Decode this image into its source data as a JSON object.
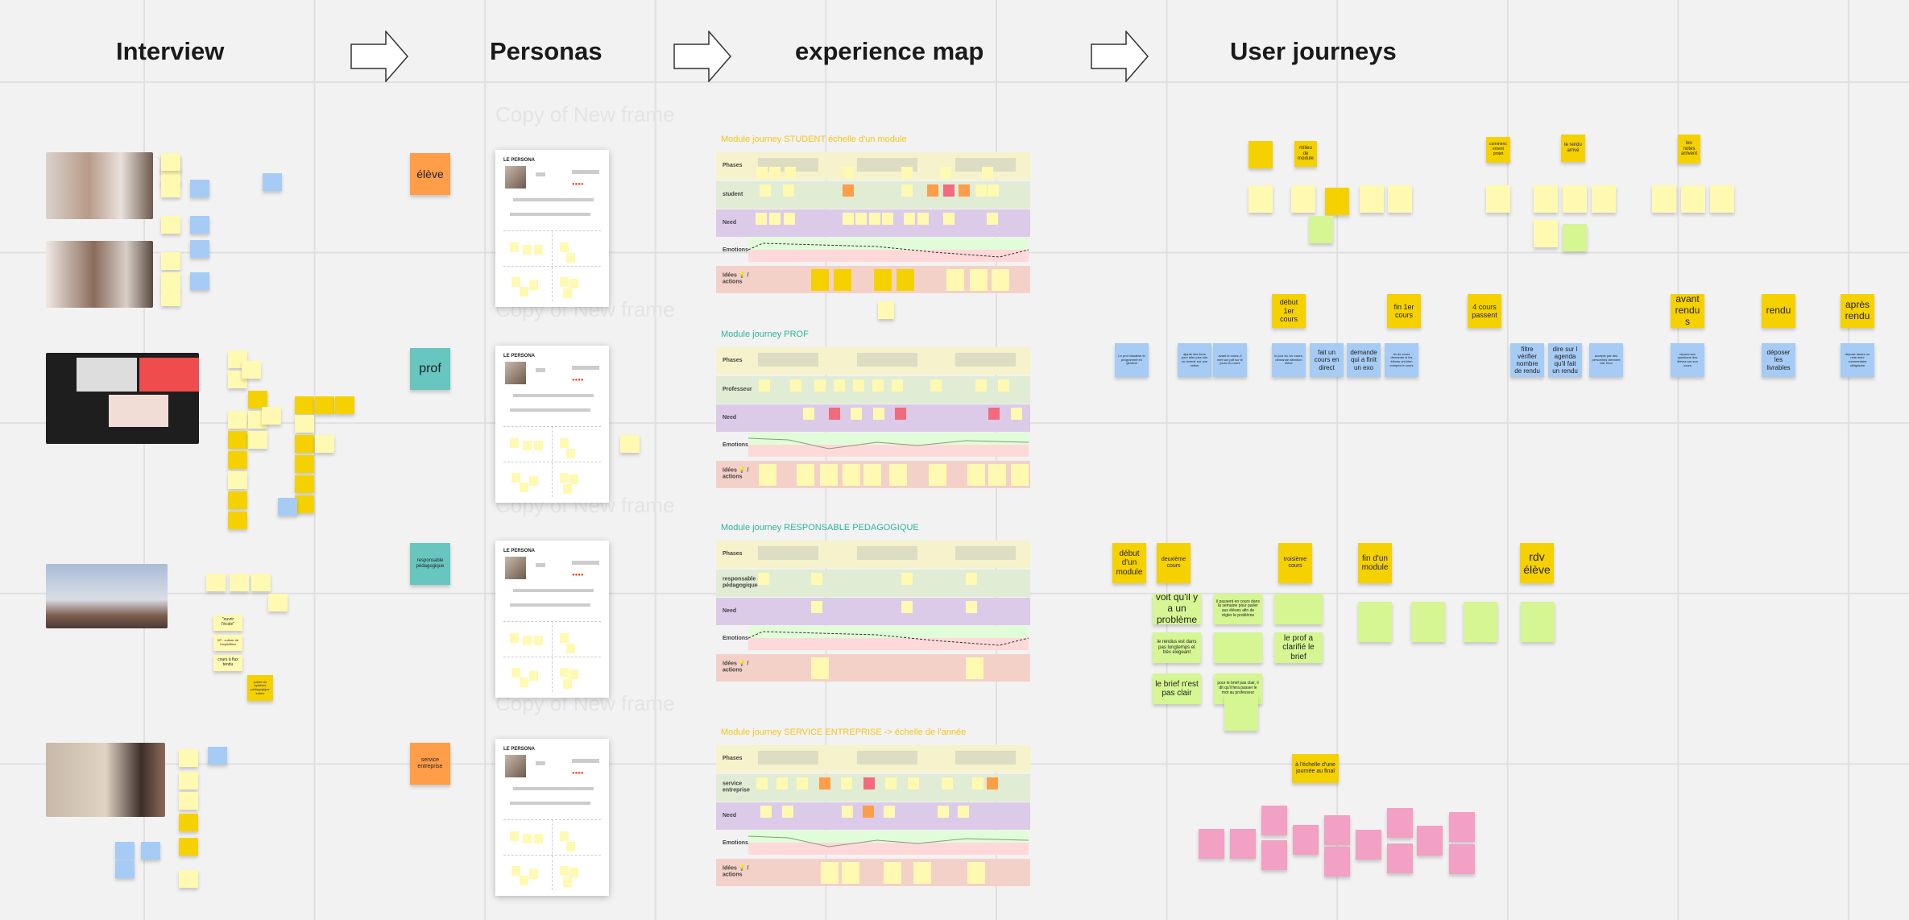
{
  "headers": {
    "interview": "Interview",
    "personas": "Personas",
    "experience_map": "experience map",
    "user_journeys": "User journeys"
  },
  "ghost_frame_label": "Copy of New frame",
  "interview": {
    "notes": [
      "\"ouvrir l'école\"",
      "NT : culture de l'expédition",
      "cours à flux tendu",
      "parler du système pédagogique indien"
    ]
  },
  "personas": {
    "labels": [
      "élève",
      "prof",
      "responsable pédagogique",
      "service entreprise"
    ],
    "card_title": "LE PERSONA"
  },
  "experience_maps": [
    {
      "title": "Module journey STUDENT échelle d'un module",
      "title_color": "#f5c518",
      "role": "student"
    },
    {
      "title": "Module journey PROF",
      "title_color": "#2fb39a",
      "role": "Professeur"
    },
    {
      "title": "Module journey RESPONSABLE PEDAGOGIQUE",
      "title_color": "#2fb39a",
      "role": "responsable pédagogique"
    },
    {
      "title": "Module journey SERVICE ENTREPRISE -> échelle de l'année",
      "title_color": "#f5c518",
      "role": "service entreprise"
    }
  ],
  "map_rows": {
    "phases": "Phases",
    "need": "Need",
    "emotions": "Emotions",
    "ideas": "Idées 💡 / actions"
  },
  "journeys": {
    "top_headers": [
      "milieu de module",
      "commencement projet",
      "le rendu arrivé",
      "les notes arrivent"
    ],
    "prof_headers": [
      "début 1er cours",
      "fin 1er cours",
      "4 cours passent",
      "avant rendus",
      "rendu",
      "après rendu"
    ],
    "prof_steps": [
      "Le prof visualise le programme en général",
      "ajoute des liens pour aller plus loin ou revenir sur une notion",
      "avant le cours, il met son pdf sur le jours du cours",
      "le jour du 1er cours, demande attention élève",
      "fait un cours en direct",
      "demande qui a finit un exo",
      "fin de cours demande si les élèves ont bien compris le cours",
      "filtre vérifier nombre de rendu",
      "dire sur l agenda qu'il fait un rendu",
      "accepte par des personnes viennent voir l'exo",
      "répond aux questions des élèves sur son cours",
      "déposer les livrables",
      "dépose fautes ou note avec commentaire obligatoire"
    ],
    "resp_headers": [
      "début d'un module",
      "deuxième cours",
      "troisième cours",
      "fin d'un module",
      "rdv élève"
    ],
    "resp_steps": [
      "voit qu'il y a un problème",
      "il passent en cours dans la semaine pour parler aux élèves afin de régler le problème",
      "le rendus est dans pas longtemps et très exigeant",
      "le prof a clarifié le brief",
      "le brief n'est pas clair",
      "pour le brief pas clair, il dit qu'il fera passer le mot au professeur"
    ],
    "service_header": "à l'échelle d'une journée au final"
  }
}
